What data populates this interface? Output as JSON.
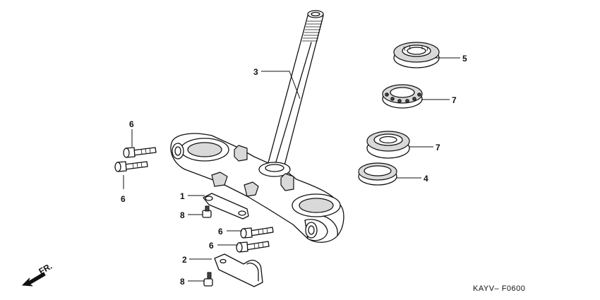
{
  "callouts": {
    "c1": "1",
    "c2": "2",
    "c3": "3",
    "c4": "4",
    "c5": "5",
    "c6a": "6",
    "c6b": "6",
    "c6c": "6",
    "c6d": "6",
    "c7a": "7",
    "c7b": "7",
    "c8a": "8",
    "c8b": "8"
  },
  "direction_label": "FR.",
  "diagram_code": "KAYV– F0600",
  "icons": {
    "direction": "front-direction-arrow-icon"
  }
}
